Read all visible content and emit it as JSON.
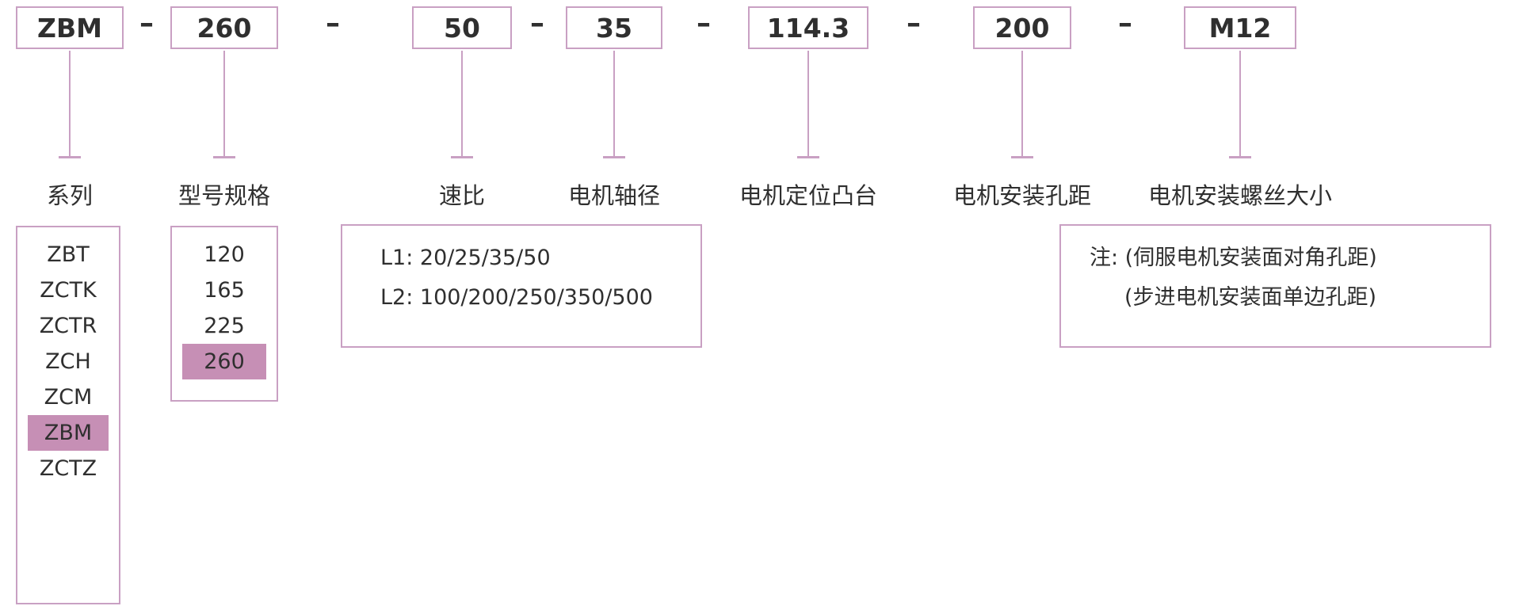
{
  "code": {
    "separator": "–",
    "segments": [
      {
        "value": "ZBM",
        "label": "系列"
      },
      {
        "value": "260",
        "label": "型号规格"
      },
      {
        "value": "50",
        "label": "速比"
      },
      {
        "value": "35",
        "label": "电机轴径"
      },
      {
        "value": "114.3",
        "label": "电机定位凸台"
      },
      {
        "value": "200",
        "label": "电机安装孔距"
      },
      {
        "value": "M12",
        "label": "电机安装螺丝大小"
      }
    ]
  },
  "series_options": {
    "items": [
      "ZBT",
      "ZCTK",
      "ZCTR",
      "ZCH",
      "ZCM",
      "ZBM",
      "ZCTZ"
    ],
    "highlighted": "ZBM"
  },
  "model_options": {
    "items": [
      "120",
      "165",
      "225",
      "260"
    ],
    "highlighted": "260"
  },
  "ratio_options": {
    "lines": [
      "L1: 20/25/35/50",
      "L2: 100/200/250/350/500"
    ]
  },
  "mounting_note": {
    "lines": [
      "注: (伺服电机安装面对角孔距)",
      "(步进电机安装面单边孔距)"
    ]
  },
  "colors": {
    "box_border": "#c9a0c3",
    "highlight": "#c68fb5",
    "text": "#2f2f2f"
  }
}
